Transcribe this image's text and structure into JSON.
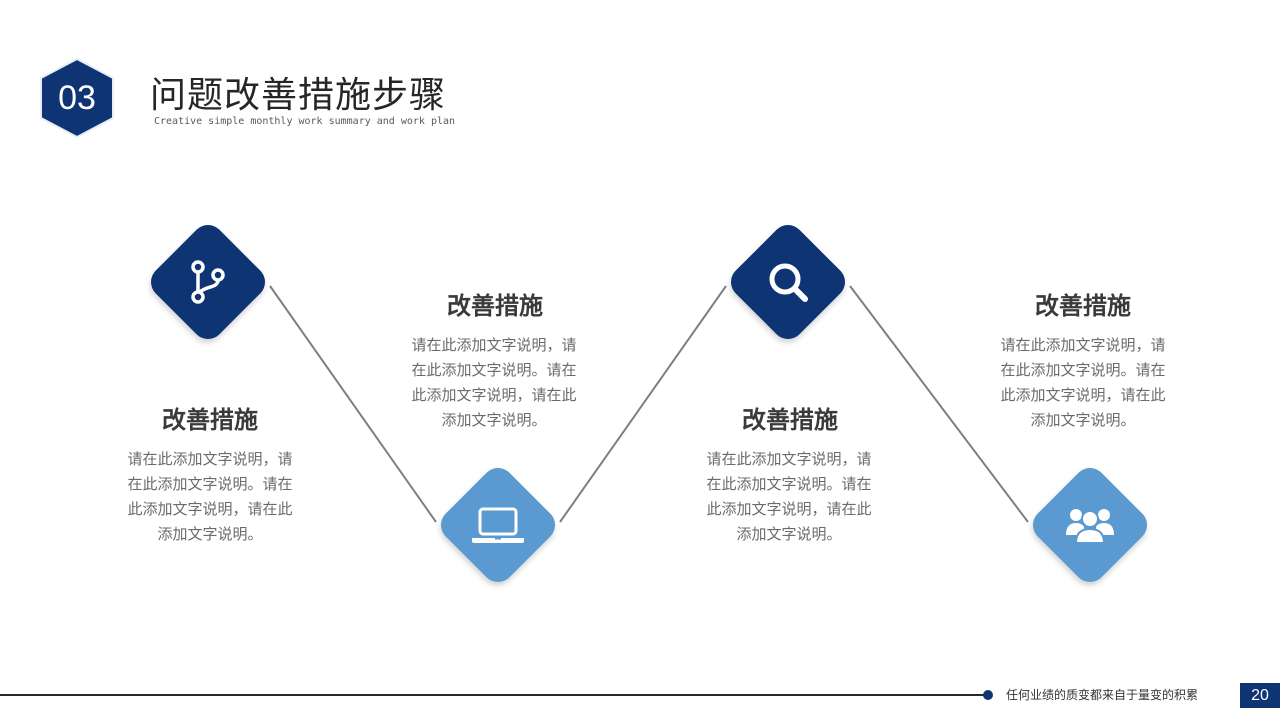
{
  "header": {
    "section_number": "03",
    "title": "问题改善措施步骤",
    "subtitle": "Creative simple monthly work summary and work plan"
  },
  "colors": {
    "dark_blue": "#0f3474",
    "light_blue": "#5a9ad1",
    "connector": "#7f7f7f"
  },
  "steps": [
    {
      "icon": "branch-icon",
      "color": "dark",
      "title": "改善措施",
      "desc": [
        "请在此添加文字说明，请",
        "在此添加文字说明。请在",
        "此添加文字说明，请在此",
        "添加文字说明。"
      ]
    },
    {
      "icon": "laptop-icon",
      "color": "light",
      "title": "改善措施",
      "desc": [
        "请在此添加文字说明，请",
        "在此添加文字说明。请在",
        "此添加文字说明，请在此",
        "添加文字说明。"
      ]
    },
    {
      "icon": "search-icon",
      "color": "dark",
      "title": "改善措施",
      "desc": [
        "请在此添加文字说明，请",
        "在此添加文字说明。请在",
        "此添加文字说明，请在此",
        "添加文字说明。"
      ]
    },
    {
      "icon": "users-icon",
      "color": "light",
      "title": "改善措施",
      "desc": [
        "请在此添加文字说明，请",
        "在此添加文字说明。请在",
        "此添加文字说明，请在此",
        "添加文字说明。"
      ]
    }
  ],
  "footer": {
    "slogan": "任何业绩的质变都来自于量变的积累",
    "page_number": "20"
  }
}
